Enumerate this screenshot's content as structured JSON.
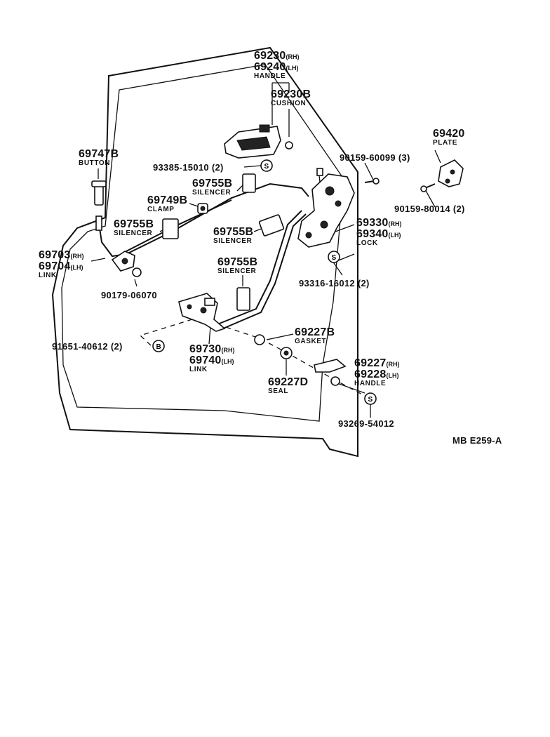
{
  "parts": {
    "handle_outer": {
      "nums": [
        "69230",
        "69240"
      ],
      "sides": [
        "(RH)",
        "(LH)"
      ],
      "name": "HANDLE"
    },
    "cushion": {
      "num": "69230B",
      "name": "CUSHION"
    },
    "button": {
      "num": "69747B",
      "name": "BUTTON"
    },
    "screw_93385": {
      "num": "93385-15010 (2)"
    },
    "screw_90159_3": {
      "num": "90159-60099 (3)"
    },
    "plate": {
      "num": "69420",
      "name": "PLATE"
    },
    "screw_90159_2": {
      "num": "90159-80014 (2)"
    },
    "silencer_top": {
      "num": "69755B",
      "name": "SILENCER"
    },
    "clamp": {
      "num": "69749B",
      "name": "CLAMP"
    },
    "silencer_left": {
      "num": "69755B",
      "name": "SILENCER"
    },
    "silencer_mid": {
      "num": "69755B",
      "name": "SILENCER"
    },
    "lock": {
      "nums": [
        "69330",
        "69340"
      ],
      "sides": [
        "(RH)",
        "(LH)"
      ],
      "name": "LOCK"
    },
    "link_left": {
      "nums": [
        "69703",
        "69704"
      ],
      "sides": [
        "(RH)",
        "(LH)"
      ],
      "name": "LINK"
    },
    "silencer_lower": {
      "num": "69755B",
      "name": "SILENCER"
    },
    "screw_93316": {
      "num": "93316-16012 (2)"
    },
    "clip_90179": {
      "num": "90179-06070"
    },
    "gasket": {
      "num": "69227B",
      "name": "GASKET"
    },
    "bolt_91651": {
      "num": "91651-40612 (2)"
    },
    "link_lower": {
      "nums": [
        "69730",
        "69740"
      ],
      "sides": [
        "(RH)",
        "(LH)"
      ],
      "name": "LINK"
    },
    "handle_inner": {
      "nums": [
        "69227",
        "69228"
      ],
      "sides": [
        "(RH)",
        "(LH)"
      ],
      "name": "HANDLE"
    },
    "seal": {
      "num": "69227D",
      "name": "SEAL"
    },
    "screw_93269": {
      "num": "93269-54012"
    }
  },
  "symbols": {
    "s": "S",
    "b": "B"
  },
  "figure_code": "MB E259-A"
}
